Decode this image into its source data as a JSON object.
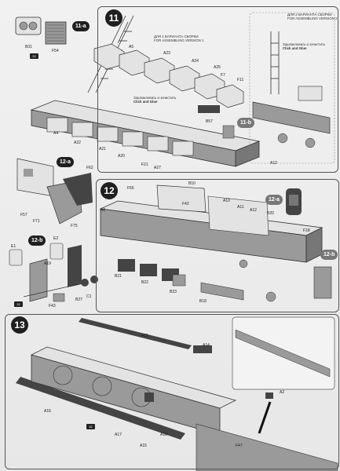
{
  "steps": {
    "s11": "11",
    "s11a": "11-a",
    "s12": "12",
    "s12a": "12-a",
    "s12b": "12-b",
    "s12a_right": "12-a",
    "s12b_right": "12-b",
    "s13": "13",
    "s11b_ref": "11-b"
  },
  "notes": {
    "variant1_ru": "ДЛЯ 1 ВАРИАНТА СБОРКИ",
    "variant1_en": "FOR ASSEMBLING VERSION 1",
    "variant2_ru": "ДЛЯ 2 ВАРИАНТА СБОРКИ",
    "variant2_en": "FOR ASSEMBLING VERSION 2",
    "glue_ru": "Зашпаклевать и зачистить",
    "glue_en": "Click and Glue",
    "glue2_ru": "Зашпаклевать и зачистить",
    "glue2_en": "Click and Glue"
  },
  "parts11": {
    "b31": "B31",
    "f54": "F54",
    "a5": "A5",
    "a23": "A23",
    "a24": "A24",
    "a25": "A25",
    "f7": "F7",
    "f11": "F11",
    "a4": "A4",
    "a22": "A22",
    "a21": "A21",
    "a20": "A20",
    "f21": "F21",
    "a27": "A27",
    "b57": "B57",
    "a12": "A12",
    "paint1": "32"
  },
  "parts12": {
    "f62": "F62",
    "f57": "F57",
    "f71": "F71",
    "f75": "F75",
    "f56": "F56",
    "b10": "B10",
    "a6": "A6",
    "f42": "F42",
    "a10": "A10",
    "a11": "A11",
    "a12": "A12",
    "b20": "B20",
    "f18": "F18",
    "b21": "B21",
    "b22": "B22",
    "b23": "B23",
    "b18": "B18",
    "e1": "E1",
    "e2": "E2",
    "a19": "A19",
    "b27": "B27",
    "c1": "C1",
    "f43": "F43",
    "paint2": "32"
  },
  "parts13": {
    "a15": "A15",
    "a14": "A14",
    "a16": "A16",
    "a17": "A17",
    "a18": "A18",
    "a2": "A2",
    "f47": "F47",
    "paint3": "32"
  },
  "colors": {
    "ink": "#222222",
    "badge": "#1f1f1f",
    "grey": "#9a9a9a"
  }
}
